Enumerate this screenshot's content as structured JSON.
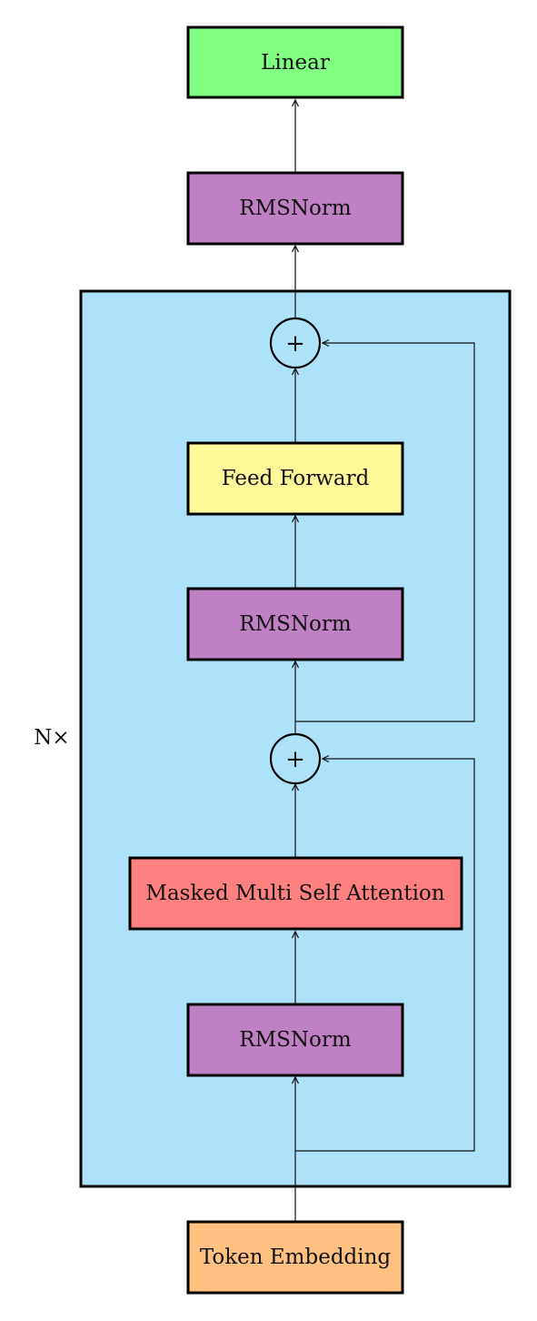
{
  "block": {
    "repeat_label": "N×",
    "fill": "#ade2f8"
  },
  "nodes": {
    "linear": {
      "label": "Linear",
      "color": "#80ff80"
    },
    "final_norm": {
      "label": "RMSNorm",
      "color": "#c080c4"
    },
    "add_top": {
      "label": "+"
    },
    "feed_forward": {
      "label": "Feed Forward",
      "color": "#fff899"
    },
    "ffn_norm": {
      "label": "RMSNorm",
      "color": "#c080c4"
    },
    "add_bottom": {
      "label": "+"
    },
    "attention": {
      "label": "Masked Multi Self Attention",
      "color": "#ff8080"
    },
    "attn_norm": {
      "label": "RMSNorm",
      "color": "#c080c4"
    },
    "embedding": {
      "label": "Token Embedding",
      "color": "#ffc080"
    }
  }
}
